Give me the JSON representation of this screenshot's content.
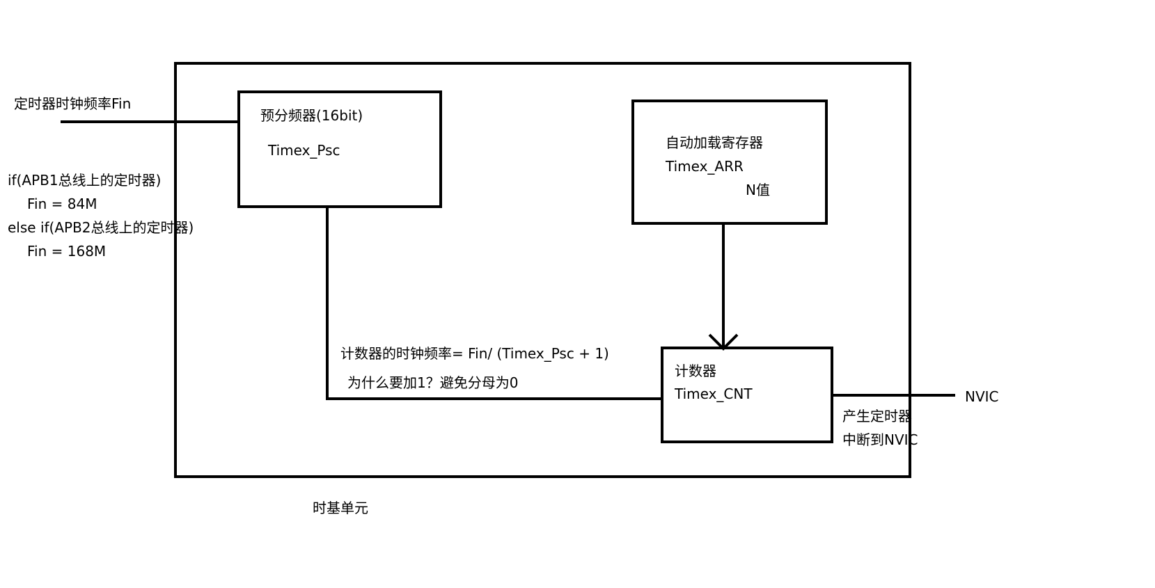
{
  "input": {
    "label": "定时器时钟频率Fin"
  },
  "conditions": {
    "line1": "if(APB1总线上的定时器)",
    "line2": "Fin = 84M",
    "line3": "else if(APB2总线上的定时器)",
    "line4": "Fin = 168M"
  },
  "prescaler": {
    "title": "预分频器(16bit)",
    "register": "Timex_Psc"
  },
  "autoreload": {
    "title": "自动加载寄存器",
    "register": "Timex_ARR",
    "value": "N值"
  },
  "counter": {
    "title": "计数器",
    "register": "Timex_CNT"
  },
  "formula": {
    "text": "计数器的时钟频率= Fin/ (Timex_Psc + 1)",
    "note": "为什么要加1？避免分母为0"
  },
  "output": {
    "label": "NVIC",
    "desc_line1": "产生定时器",
    "desc_line2": "中断到NVIC"
  },
  "unit": {
    "label": "时基单元"
  }
}
